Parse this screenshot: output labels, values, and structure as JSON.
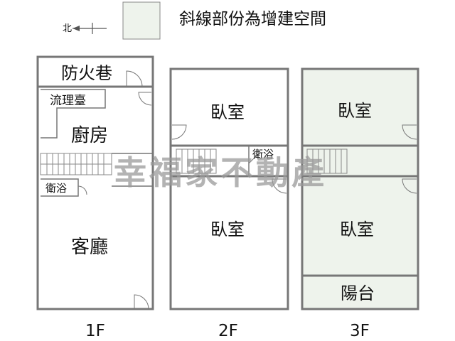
{
  "legend": {
    "north_label": "北",
    "hatched_note": "斜線部份為增建空間",
    "added_space_color": "#eef3ec"
  },
  "watermark": "幸福家不動產",
  "floors": [
    {
      "label": "1F",
      "rooms": {
        "fire_lane": "防火巷",
        "sink": "流理臺",
        "kitchen": "廚房",
        "bath": "衛浴",
        "living": "客廳"
      }
    },
    {
      "label": "2F",
      "rooms": {
        "bedroom_front": "臥室",
        "bath": "衛浴",
        "bedroom_back": "臥室"
      }
    },
    {
      "label": "3F",
      "rooms": {
        "bedroom_front": "臥室",
        "bedroom_back": "臥室",
        "balcony": "陽台"
      }
    }
  ],
  "colors": {
    "wall": "#777777",
    "added_space": "#eef3ec",
    "watermark": "#9a9a9a"
  }
}
